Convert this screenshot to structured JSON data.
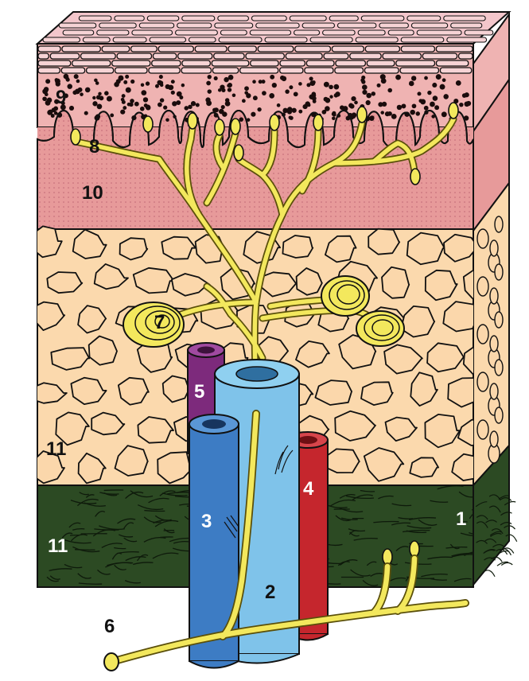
{
  "colors": {
    "epidermis_surface": "#f3c6cb",
    "epidermis_layer": "#efb3b2",
    "dermis": "#e79a9a",
    "fat_background": "#fbd9ad",
    "fat_cell": "#fbd7ab",
    "fascia": "#2c4a23",
    "fascia_fibers": "#0e1a0b",
    "nerve": "#f3e85d",
    "nerve_outline": "#6b5f10",
    "artery_red": "#c5262d",
    "vein_blue": "#3d7cc4",
    "vessel_light_blue": "#7fc3ea",
    "lymph_purple": "#7d2a7c",
    "outline": "#111111"
  },
  "labels": {
    "l1": "1",
    "l2": "2",
    "l3": "3",
    "l4": "4",
    "l5": "5",
    "l6": "6",
    "l7": "7",
    "l8": "8",
    "l9": "9",
    "l10": "10",
    "l11_fat": "11",
    "l11_fascia": "11"
  },
  "icons": [
    "tissue-block",
    "nerve-tree",
    "blood-vessels",
    "lamellar-corpuscles"
  ]
}
